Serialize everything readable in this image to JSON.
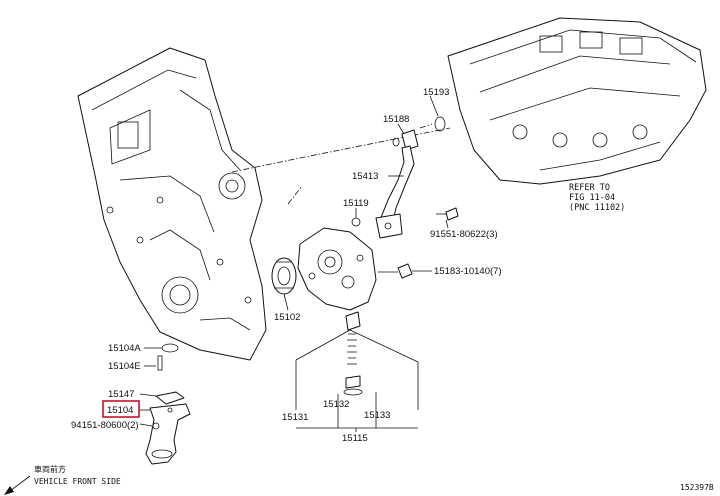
{
  "labels": {
    "p15193": "15193",
    "p15188": "15188",
    "p15413": "15413",
    "p15119": "15119",
    "p91551": "91551-80622(3)",
    "p15183": "15183-10140(7)",
    "p15102": "15102",
    "p15104A": "15104A",
    "p15104E": "15104E",
    "p15147": "15147",
    "p15104": "15104",
    "p94151": "94151-80600(2)",
    "p15131": "15131",
    "p15132": "15132",
    "p15133": "15133",
    "p15115": "15115"
  },
  "refer": {
    "line1": "REFER TO",
    "line2": "FIG 11-04",
    "line3": "(PNC 11102)"
  },
  "front": {
    "jp": "車両前方",
    "en": "VEHICLE FRONT SIDE"
  },
  "figure_id": "152397B",
  "colors": {
    "highlight": "#c8102e",
    "ink": "#111111"
  },
  "highlighted_part": "15104"
}
